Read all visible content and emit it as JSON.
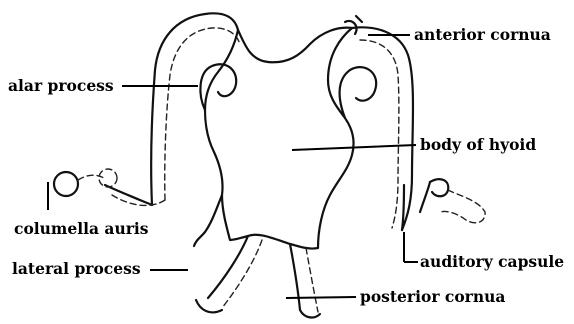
{
  "labels": {
    "anterior_cornua": "anterior cornua",
    "alar_process": "alar process",
    "body_of_hyoid": "body of hyoid",
    "columella_auris": "columella auris",
    "lateral_process": "lateral process",
    "auditory_capsule": "auditory capsule",
    "posterior_cornua": "posterior cornua"
  },
  "colors": {
    "ink": "#111111",
    "background": "#ffffff"
  }
}
